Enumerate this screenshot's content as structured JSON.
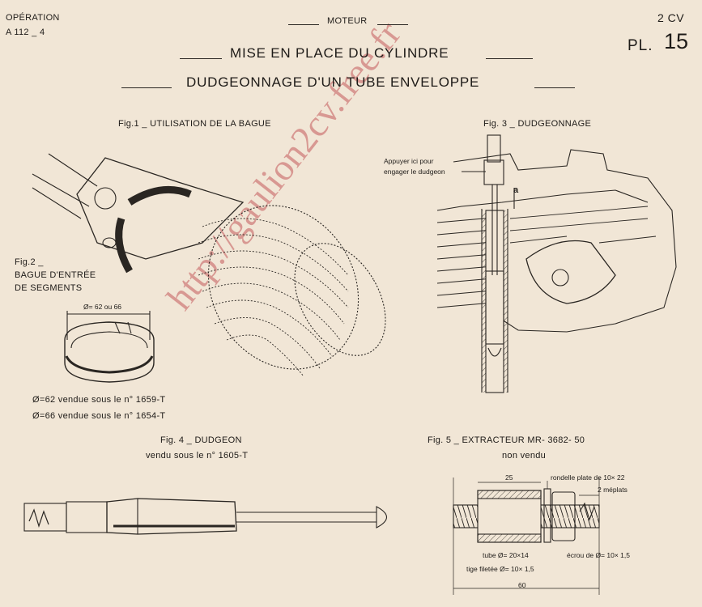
{
  "header": {
    "operation_label": "OPÉRATION",
    "operation_code": "A 112 _ 4",
    "section": "MOTEUR",
    "model": "2 CV",
    "plate_prefix": "PL.",
    "plate_number": "15",
    "title_1": "MISE EN PLACE DU CYLINDRE",
    "title_2": "DUDGEONNAGE D'UN TUBE ENVELOPPE"
  },
  "fig1": {
    "caption": "Fig.1 _ UTILISATION DE LA BAGUE"
  },
  "fig2": {
    "caption_line1": "Fig.2 _",
    "caption_line2": "BAGUE D'ENTRÉE",
    "caption_line3": "DE SEGMENTS",
    "dimension": "Ø= 62 ou 66",
    "note_62": "Ø=62 vendue sous le n° 1659-T",
    "note_66": "Ø=66 vendue sous le n° 1654-T"
  },
  "fig3": {
    "caption": "Fig. 3 _ DUDGEONNAGE",
    "note_line1": "Appuyer ici pour",
    "note_line2": "engager le dudgeon",
    "dim_a": "a"
  },
  "fig4": {
    "caption": "Fig. 4 _ DUDGEON",
    "sub": "vendu sous le n° 1605-T"
  },
  "fig5": {
    "caption": "Fig. 5 _ EXTRACTEUR MR- 3682- 50",
    "sub": "non vendu",
    "dim_25": "25",
    "dim_60": "60",
    "label_rondelle": "rondelle plate de 10× 22",
    "label_meplats": "2 méplats",
    "label_tube": "tube Ø= 20×14",
    "label_ecrou": "écrou de Ø= 10× 1,5",
    "label_tige": "tige filetée Ø= 10× 1,5"
  },
  "watermark": "http://gaulion2cv.free.fr"
}
